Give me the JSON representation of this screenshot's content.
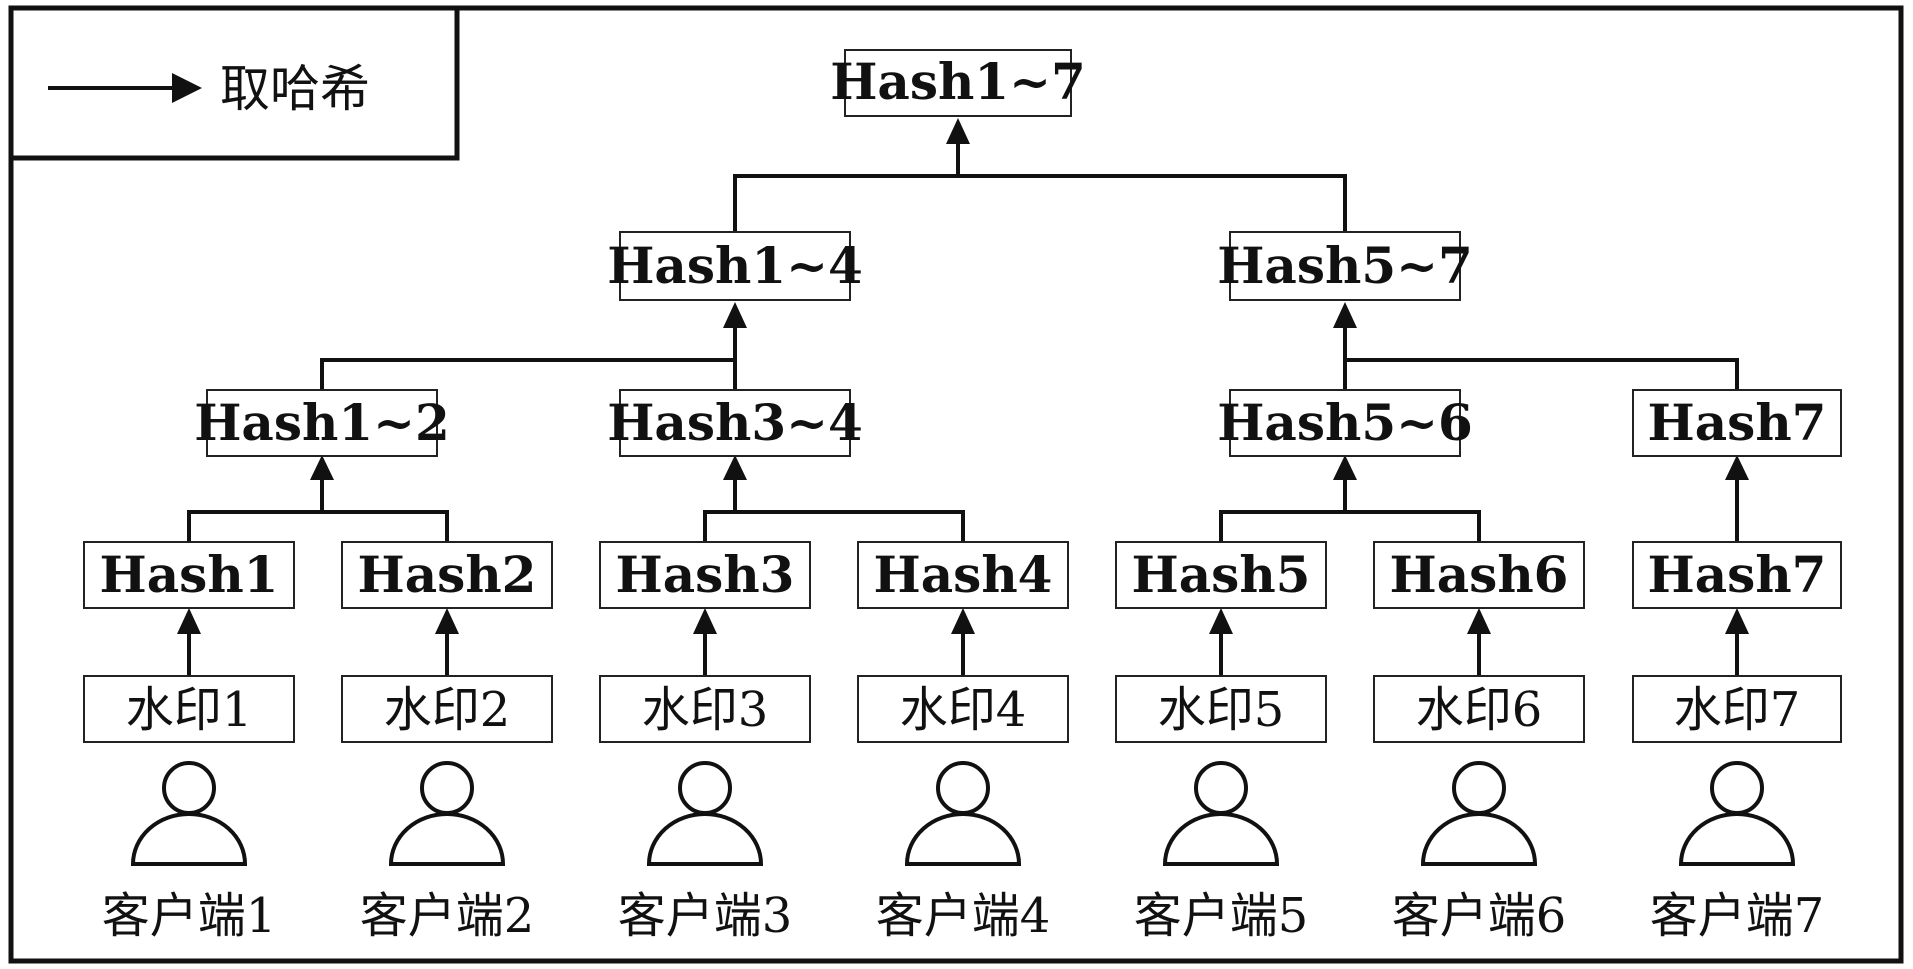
{
  "legend": {
    "label": "取哈希"
  },
  "root": {
    "label": "Hash1~7"
  },
  "level2": [
    {
      "id": "h1_4",
      "label": "Hash1~4"
    },
    {
      "id": "h5_7",
      "label": "Hash5~7"
    }
  ],
  "level3": [
    {
      "id": "h1_2",
      "label": "Hash1~2"
    },
    {
      "id": "h3_4",
      "label": "Hash3~4"
    },
    {
      "id": "h5_6",
      "label": "Hash5~6"
    },
    {
      "id": "h7b",
      "label": "Hash7"
    }
  ],
  "leaves": [
    {
      "hash": "Hash1",
      "watermark": "水印1",
      "client": "客户端1"
    },
    {
      "hash": "Hash2",
      "watermark": "水印2",
      "client": "客户端2"
    },
    {
      "hash": "Hash3",
      "watermark": "水印3",
      "client": "客户端3"
    },
    {
      "hash": "Hash4",
      "watermark": "水印4",
      "client": "客户端4"
    },
    {
      "hash": "Hash5",
      "watermark": "水印5",
      "client": "客户端5"
    },
    {
      "hash": "Hash6",
      "watermark": "水印6",
      "client": "客户端6"
    },
    {
      "hash": "Hash7",
      "watermark": "水印7",
      "client": "客户端7"
    }
  ]
}
